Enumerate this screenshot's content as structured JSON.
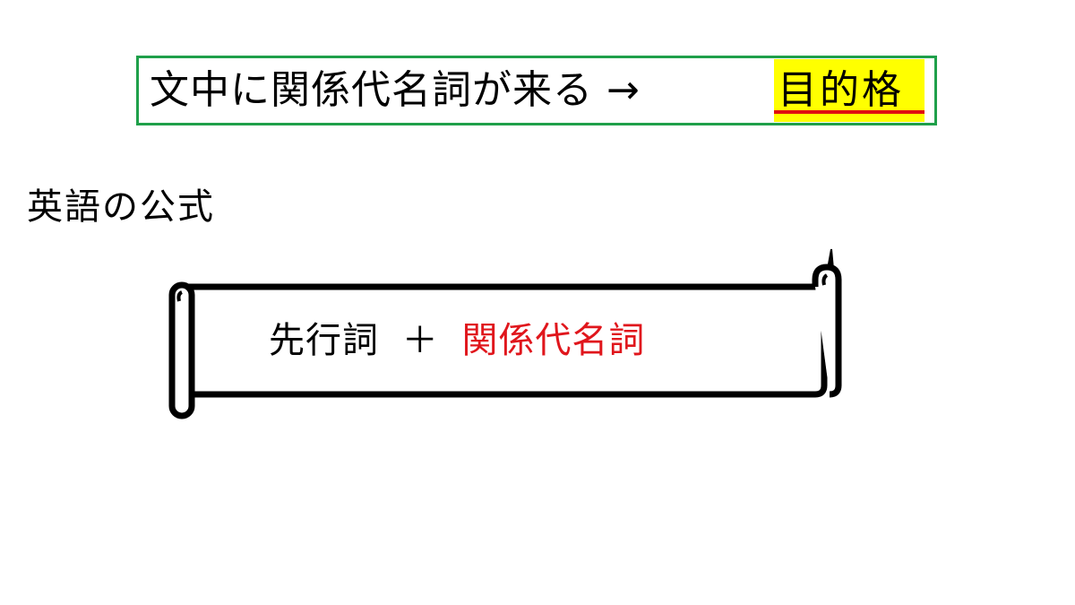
{
  "title": {
    "text": "文中に関係代名詞が来る →",
    "highlight": "目的格",
    "border_color": "#1fa04a",
    "highlight_color": "#ffff00",
    "underline_color": "#e01010"
  },
  "subtitle": "英語の公式",
  "formula": {
    "left": "先行詞",
    "operator": "＋",
    "right": "関係代名詞",
    "right_color": "#e0161c"
  }
}
